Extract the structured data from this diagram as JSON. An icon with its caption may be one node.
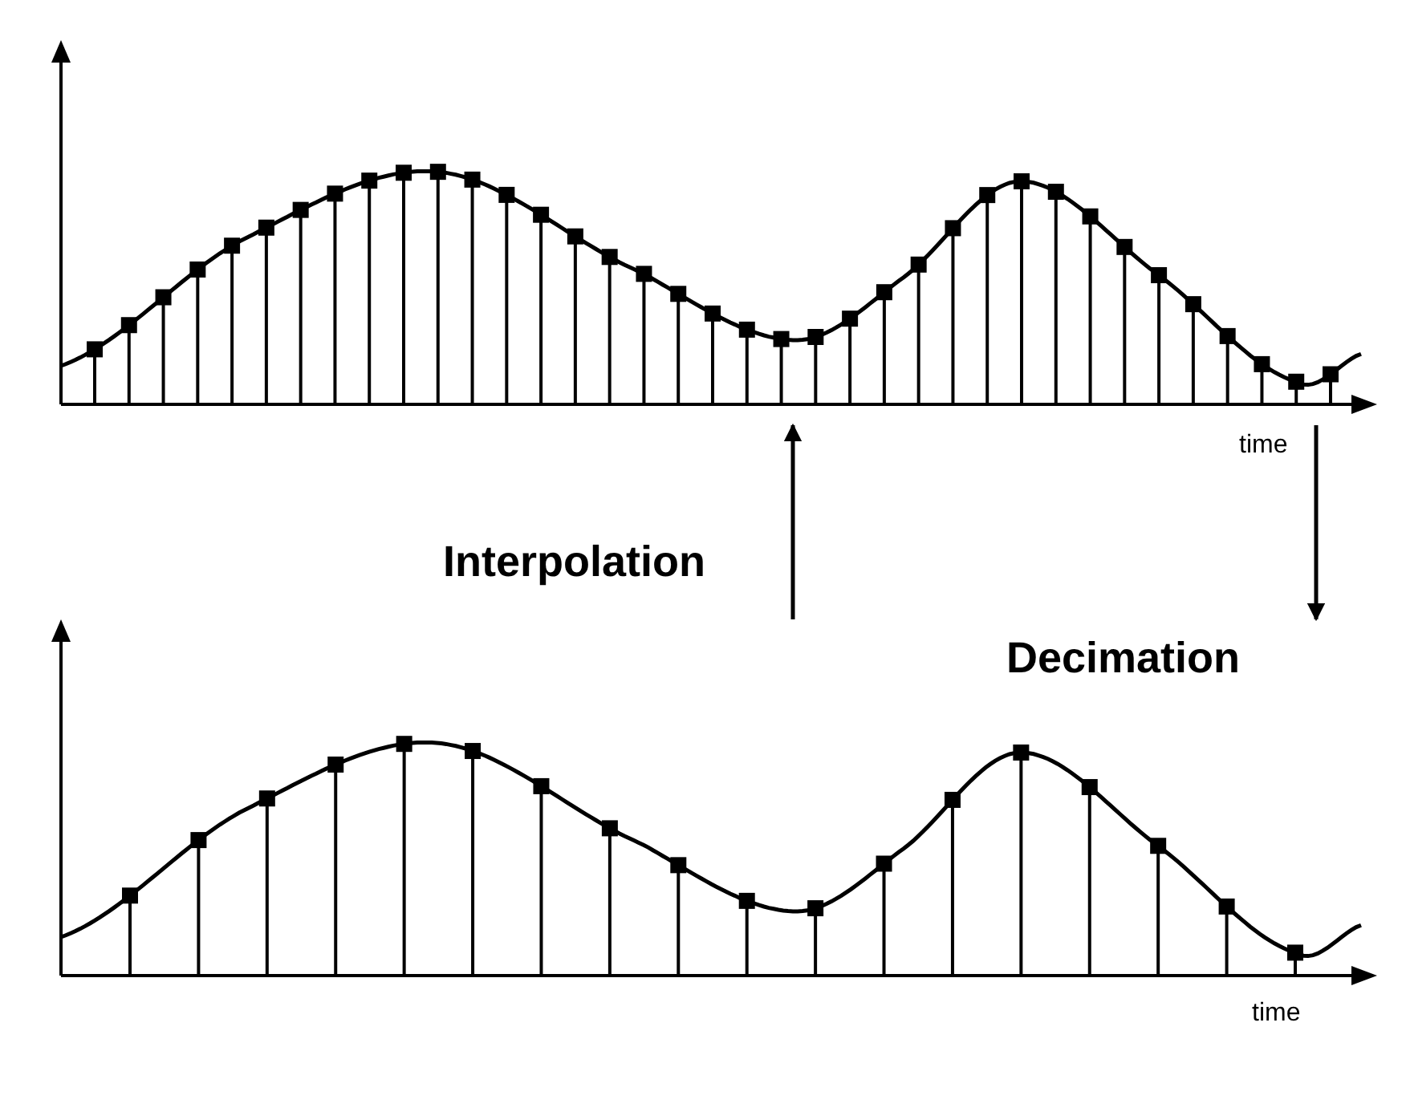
{
  "diagram": {
    "nodes": [
      {
        "text": [],
        "shape": "picture"
      },
      {
        "text": [],
        "shape": "picture"
      }
    ],
    "edges": [
      {
        "from": 1,
        "to": 0,
        "arrow": "to",
        "label": "Interpolation"
      },
      {
        "from": 0,
        "to": 1,
        "arrow": "to",
        "label": "Decimation"
      }
    ],
    "labels": [
      "time",
      "time"
    ]
  }
}
